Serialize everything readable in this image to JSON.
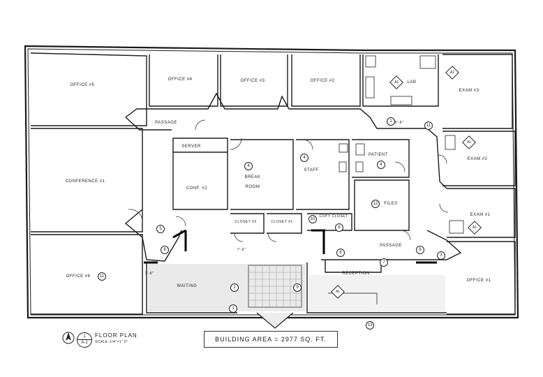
{
  "rooms": {
    "office5": "OFFICE #5",
    "office4": "OFFICE #4",
    "office3": "OFFICE #3",
    "office2": "OFFICE #2",
    "lab": "LAB",
    "exam3": "EXAM #3",
    "exam2": "EXAM #2",
    "exam1": "EXAM #1",
    "conference1": "CONFERENCE #1",
    "office6": "OFFICE #6",
    "office1": "OFFICE #1",
    "server": "SERVER",
    "conf2": "CONF. #2",
    "break_room_1": "BREAK",
    "break_room_2": "ROOM",
    "staff": "STAFF",
    "patient": "PATIENT",
    "files": "FILES",
    "closet2": "CLOSET #2",
    "closet1": "CLOSET #1",
    "copy_closet": "COPY CLOSET",
    "passage_top": "PASSAGE",
    "passage_right": "PASSAGE",
    "reception": "RECEPTION",
    "waiting": "WAITING"
  },
  "tags": {
    "t4a": "4",
    "t4b": "4",
    "t4c": "4",
    "t12": "12",
    "t10": "10",
    "t11": "11",
    "t5": "5",
    "t6": "6",
    "t8": "8",
    "t3": "3",
    "t7": "7",
    "t13": "13",
    "t2": "2",
    "t9": "9",
    "t1": "1"
  },
  "diamonds": {
    "a1": "A1"
  },
  "dims": {
    "d1": "7'-0\"",
    "d2": "3'-8\"",
    "d3": "5'-8\""
  },
  "footer": {
    "building_area": "BUILDING AREA = 2977 SQ. FT.",
    "title": "FLOOR PLAN",
    "scale": "SCALE 1/4\"=1'-0\"",
    "sheet_num": "1",
    "sheet_ref": "A-1",
    "north": "N"
  }
}
